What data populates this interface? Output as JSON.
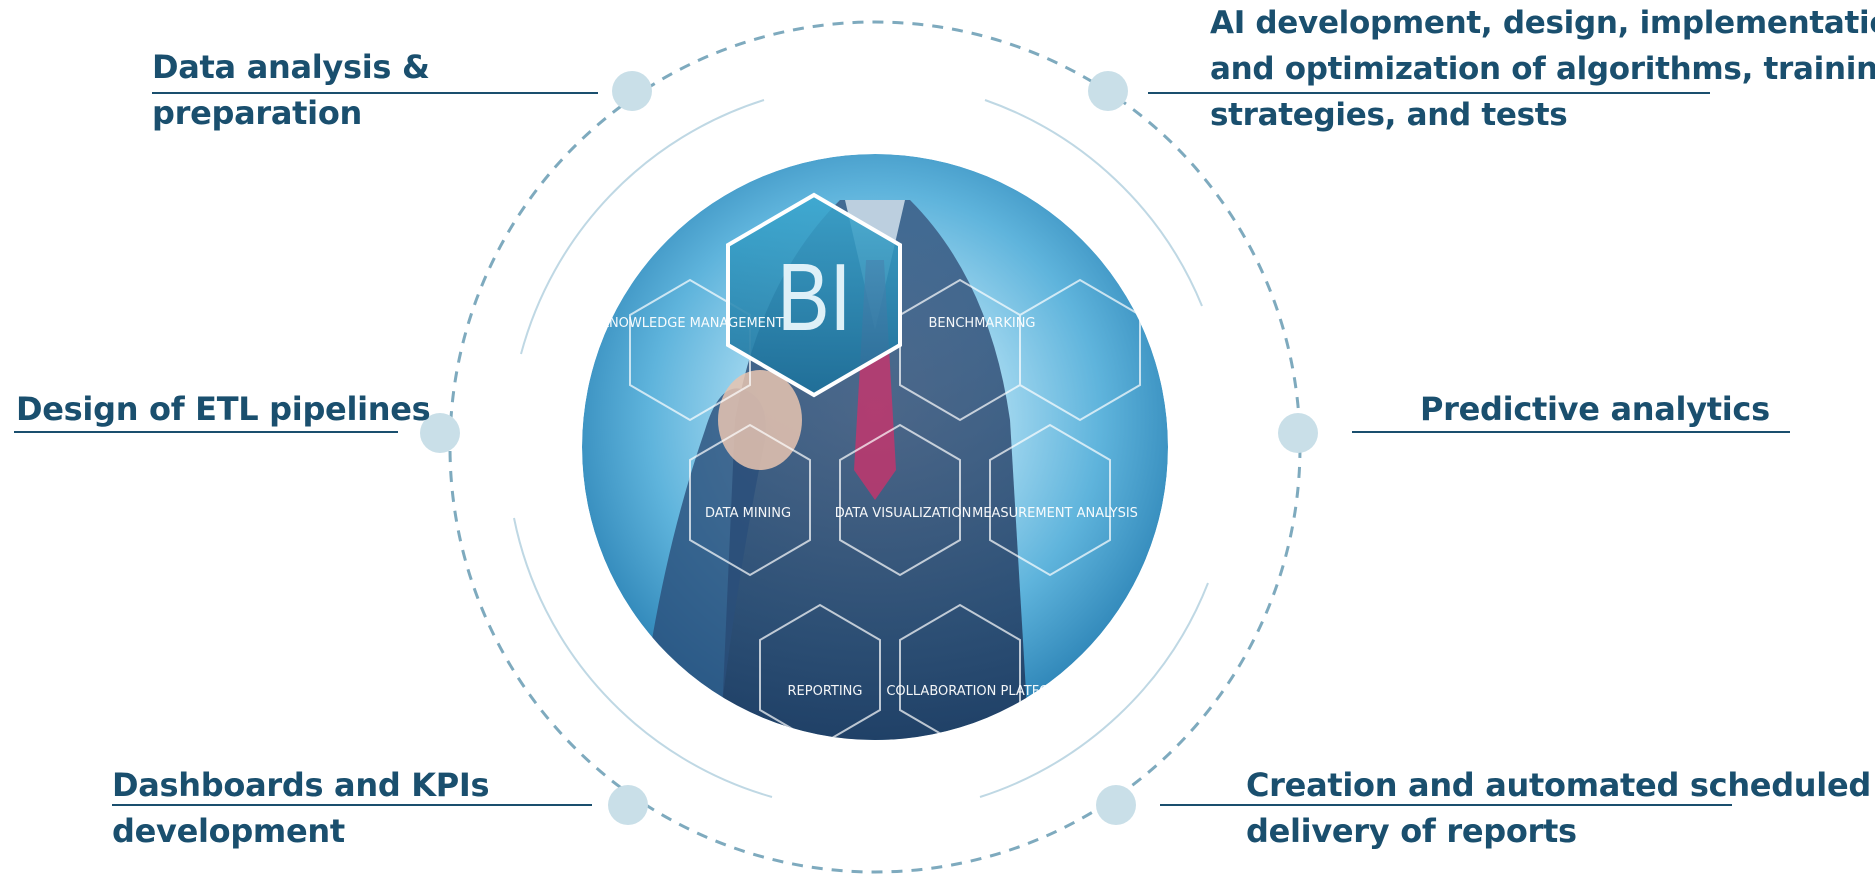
{
  "colors": {
    "heading": "#1a4f6e",
    "leader_line": "#1a4f6e",
    "dashed_ring": "#7eaabe",
    "node": "#c9dfe8",
    "thin_arc": "#bfd8e4"
  },
  "center_image": {
    "icon": "business-intelligence-hexagon-photo-icon",
    "hex_main": "BI",
    "hex_labels": {
      "knowledge": "KNOWLEDGE MANAGEMENT",
      "benchmarking": "BENCHMARKING",
      "mining": "DATA MINING",
      "visualization": "DATA VISUALIZATION",
      "measurement": "MEASUREMENT ANALYSIS",
      "reporting": "REPORTING",
      "collaboration": "COLLABORATION PLATFORM"
    }
  },
  "services": [
    {
      "id": "data-analysis",
      "lines": [
        "Data analysis &",
        "preparation"
      ]
    },
    {
      "id": "ai-development",
      "lines": [
        "AI development, design, implementation,",
        "and optimization of algorithms, training",
        "strategies, and tests"
      ]
    },
    {
      "id": "etl",
      "lines": [
        "Design of ETL pipelines"
      ]
    },
    {
      "id": "predictive",
      "lines": [
        "Predictive analytics"
      ]
    },
    {
      "id": "dashboards",
      "lines": [
        "Dashboards and KPIs",
        "development"
      ]
    },
    {
      "id": "reports",
      "lines": [
        "Creation and automated scheduled",
        "delivery of reports"
      ]
    }
  ]
}
